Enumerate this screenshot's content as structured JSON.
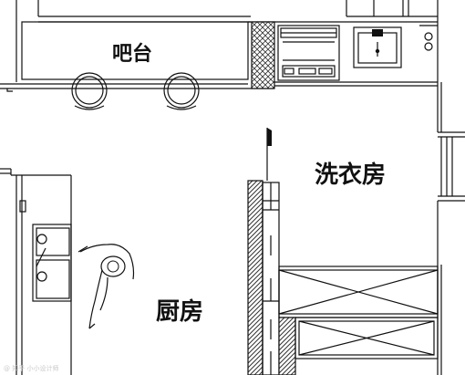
{
  "labels": {
    "bar": "吧台",
    "laundry": "洗衣房",
    "kitchen": "厨房"
  },
  "watermark": "@ 知乎 小小设计师",
  "colors": {
    "line": "#111111",
    "hatch": "#444444",
    "background": "#ffffff",
    "watermark": "#c8c8c8"
  }
}
